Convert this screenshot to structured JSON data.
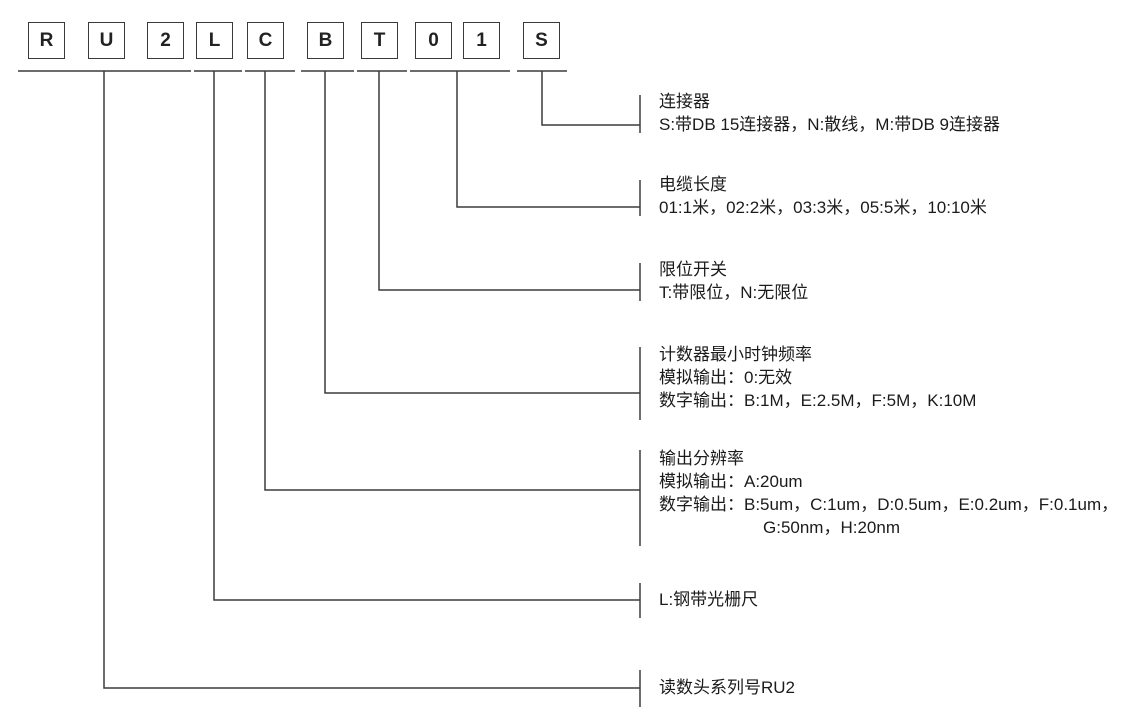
{
  "code": {
    "chars": [
      "R",
      "U",
      "2",
      "L",
      "C",
      "B",
      "T",
      "0",
      "1",
      "S"
    ]
  },
  "labels": [
    {
      "title": "连接器",
      "lines": [
        "S:带DB 15连接器，N:散线，M:带DB 9连接器"
      ]
    },
    {
      "title": "电缆长度",
      "lines": [
        "01:1米，02:2米，03:3米，05:5米，10:10米"
      ]
    },
    {
      "title": "限位开关",
      "lines": [
        "T:带限位，N:无限位"
      ]
    },
    {
      "title": "计数器最小时钟频率",
      "lines": [
        "模拟输出：0:无效",
        "数字输出：B:1M，E:2.5M，F:5M，K:10M"
      ]
    },
    {
      "title": "输出分辨率",
      "lines": [
        "模拟输出：A:20um",
        "数字输出：B:5um，C:1um，D:0.5um，E:0.2um，F:0.1um，",
        "G:50nm，H:20nm"
      ]
    },
    {
      "title": "",
      "lines": [
        "L:钢带光栅尺"
      ]
    },
    {
      "title": "",
      "lines": [
        "读数头系列号RU2"
      ]
    }
  ],
  "colors": {
    "line": "#3c3c3c",
    "text": "#1b1b1b",
    "background": "#ffffff"
  }
}
